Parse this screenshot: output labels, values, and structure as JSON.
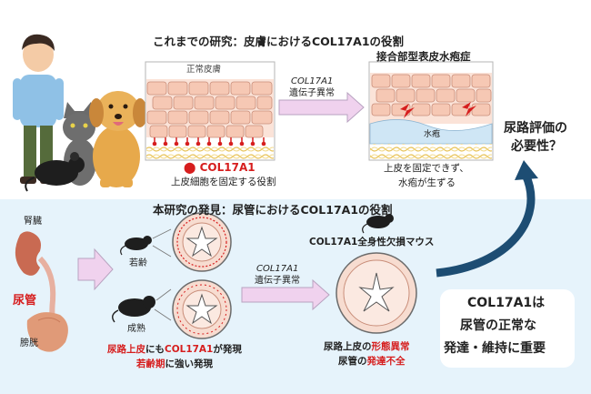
{
  "top": {
    "title": "これまでの研究：皮膚におけるCOL17A1の役割",
    "normal_skin_label": "正常皮膚",
    "gene_abnormality_italic": "COL17A1",
    "gene_abnormality_text": "遺伝子異常",
    "disease_label": "接合部型表皮水疱症",
    "protein_label": "COL17A1",
    "protein_role": "上皮細胞を固定する役割",
    "blister_label": "水疱",
    "outcome_line1": "上皮を固定できず、",
    "outcome_line2": "水疱が生ずる",
    "need_line1": "尿路評価の",
    "need_line2": "必要性？"
  },
  "bottom": {
    "title": "本研究の発見：尿管におけるCOL17A1の役割",
    "kidney_label": "腎臓",
    "ureter_label": "尿管",
    "bladder_label": "膀胱",
    "young_label": "若齢",
    "adult_label": "成熟",
    "gene_abnormality_italic": "COL17A1",
    "gene_abnormality_text": "遺伝子異常",
    "knockout_label": "COL17A1全身性欠損マウス",
    "finding1_a": "尿路上皮",
    "finding1_b": "にも",
    "finding1_c": "COL17A1",
    "finding1_d": "が発現",
    "finding2_a": "若齢期",
    "finding2_b": "に強い発現",
    "defect1_a": "尿路上皮の",
    "defect1_b": "形態異常",
    "defect2_a": "尿管の",
    "defect2_b": "発達不全",
    "conclusion_line1": "COL17A1は",
    "conclusion_line2": "尿管の正常な",
    "conclusion_line3": "発達・維持に重要"
  },
  "colors": {
    "highlight_red": "#d61e1e",
    "panel_blue": "#e6f3fb",
    "arrow_pink": "#f0d2ee",
    "curved_arrow": "#1d4d73",
    "skin_cell": "#f6c8b4"
  }
}
